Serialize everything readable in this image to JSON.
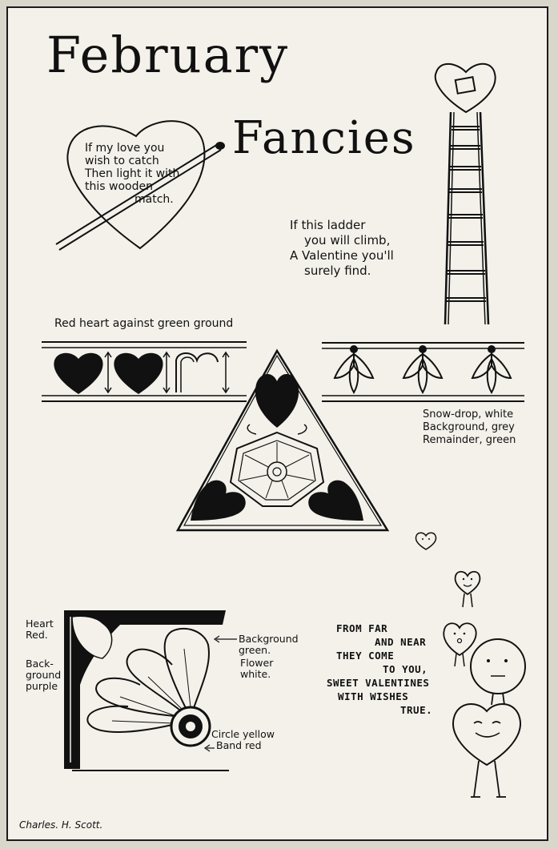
{
  "title": {
    "line1": "February",
    "line2": "Fancies"
  },
  "match_heart": {
    "lines": [
      "If my love you",
      "wish to catch",
      "Then light it with",
      "this wooden",
      "match."
    ]
  },
  "ladder_caption": {
    "lines": [
      "If this ladder",
      "you will climb,",
      "A Valentine you'll",
      "surely find."
    ]
  },
  "border_red_heart": {
    "caption": "Red heart against green ground"
  },
  "border_snowdrop": {
    "lines": [
      "Snow-drop, white",
      "Background, grey",
      "Remainder, green"
    ]
  },
  "corner_design": {
    "heart_label": [
      "Heart",
      "Red."
    ],
    "background_label": [
      "Back-",
      "ground",
      "purple"
    ],
    "background_green_label": [
      "Background",
      "green."
    ],
    "flower_label": [
      "Flower",
      "white."
    ],
    "circle_label": "Circle yellow",
    "band_label": "Band red"
  },
  "valentines_verse": {
    "lines": [
      "FROM FAR",
      "AND NEAR",
      "THEY COME",
      "TO YOU,",
      "SWEET VALENTINES",
      "WITH WISHES",
      "TRUE."
    ]
  },
  "signature": "Charles. H. Scott.",
  "colors": {
    "paper": "#f3f1ea",
    "ink": "#111111",
    "bleed_text": "#b9b6ad"
  }
}
